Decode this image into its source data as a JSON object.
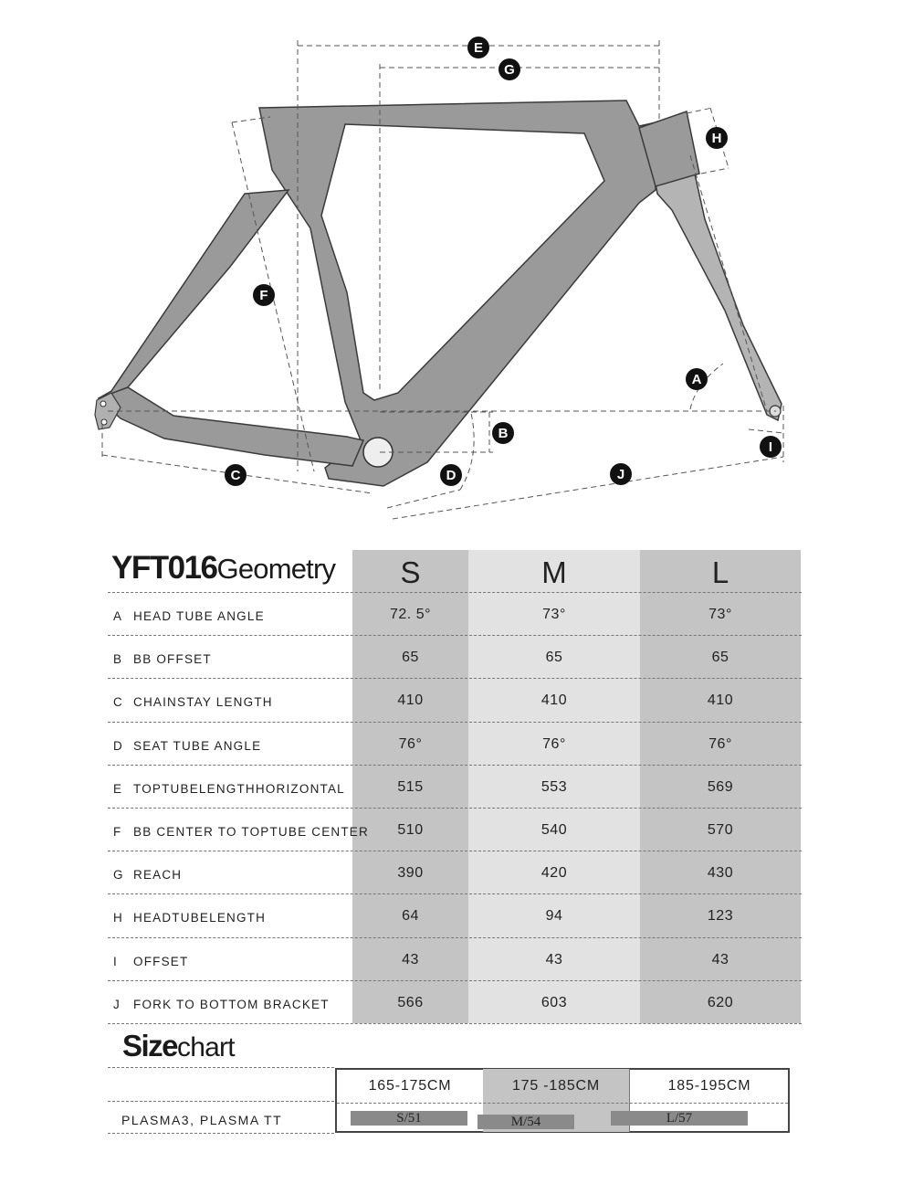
{
  "diagram": {
    "markers": [
      "E",
      "G",
      "H",
      "F",
      "A",
      "B",
      "I",
      "C",
      "D",
      "J"
    ]
  },
  "geometry": {
    "title_bold": "YFT016",
    "title_rest": "Geometry",
    "sizes": [
      "S",
      "M",
      "L"
    ],
    "rows": [
      {
        "letter": "A",
        "label": "HEAD TUBE ANGLE",
        "values": [
          "72. 5°",
          "73°",
          "73°"
        ]
      },
      {
        "letter": "B",
        "label": "BB OFFSET",
        "values": [
          "65",
          "65",
          "65"
        ]
      },
      {
        "letter": "C",
        "label": "CHAINSTAY LENGTH",
        "values": [
          "410",
          "410",
          "410"
        ]
      },
      {
        "letter": "D",
        "label": "SEAT TUBE ANGLE",
        "values": [
          "76°",
          "76°",
          "76°"
        ]
      },
      {
        "letter": "E",
        "label": "TOPTUBELENGTHHORIZONTAL",
        "values": [
          "515",
          "553",
          "569"
        ]
      },
      {
        "letter": "F",
        "label": "BB CENTER TO TOPTUBE CENTER",
        "values": [
          "510",
          "540",
          "570"
        ]
      },
      {
        "letter": "G",
        "label": "REACH",
        "values": [
          "390",
          "420",
          "430"
        ]
      },
      {
        "letter": "H",
        "label": "HEADTUBELENGTH",
        "values": [
          "64",
          "94",
          "123"
        ]
      },
      {
        "letter": "I",
        "label": "OFFSET",
        "values": [
          "43",
          "43",
          "43"
        ]
      },
      {
        "letter": "J",
        "label": "FORK TO BOTTOM BRACKET",
        "values": [
          "566",
          "603",
          "620"
        ]
      }
    ]
  },
  "size_chart": {
    "title_bold": "Size",
    "title_rest": "chart",
    "heights": [
      "165-175CM",
      "175 -185CM",
      "185-195CM"
    ],
    "model": "PLASMA3, PLASMA  TT",
    "frame_sizes": [
      "S/51",
      "M/54",
      "L/57"
    ]
  },
  "colors": {
    "frame_fill": "#9a9a9a",
    "frame_stroke": "#3a3a3a",
    "column_dark": "#c4c4c4",
    "column_light": "#e2e2e2",
    "size_bar": "#8a8a8a"
  }
}
